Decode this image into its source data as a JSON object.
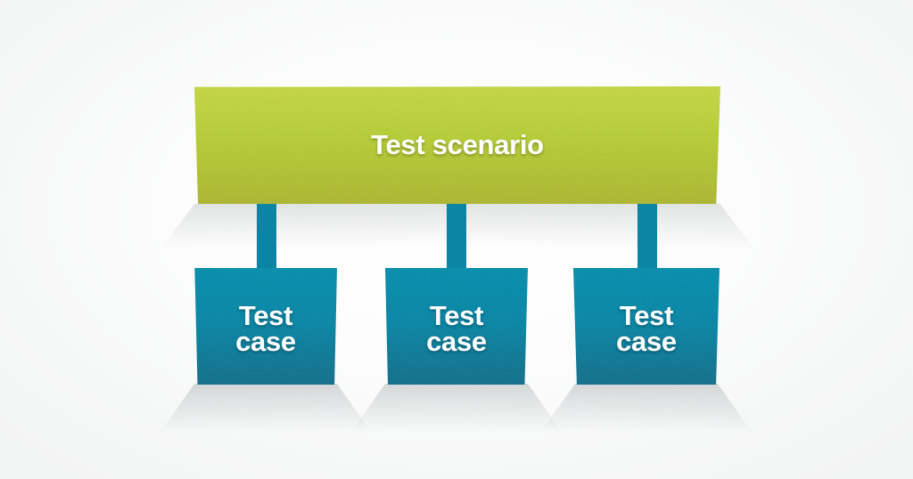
{
  "diagram": {
    "scenario": {
      "label": "Test scenario"
    },
    "cases": [
      {
        "label": "Test case"
      },
      {
        "label": "Test case"
      },
      {
        "label": "Test case"
      }
    ],
    "colors": {
      "scenario_gradient_top": "#c3d446",
      "scenario_gradient_bottom": "#acb634",
      "case_gradient_top": "#0a8eac",
      "case_gradient_bottom": "#17708a",
      "connector": "#0c84a3",
      "label_text": "#ffffff",
      "background": "#f4f5f5",
      "background_glow": "#ffffff"
    }
  }
}
